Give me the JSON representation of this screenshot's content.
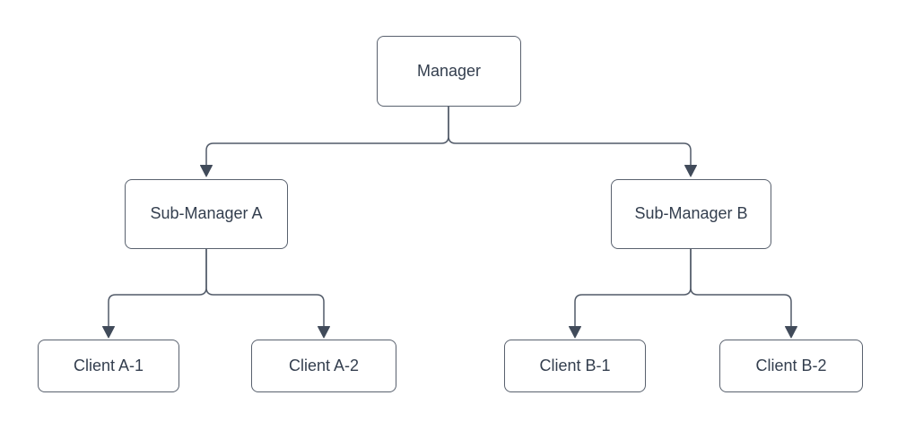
{
  "diagram": {
    "type": "org-chart",
    "background_color": "#ffffff",
    "colors": {
      "node_fill": "#ffffff",
      "node_border": "#59616e",
      "connector_line": "#515a68",
      "arrowhead": "#414b5a",
      "text": "#333e4e"
    },
    "nodes": {
      "manager": {
        "label": "Manager"
      },
      "sub_manager_a": {
        "label": "Sub-Manager A"
      },
      "sub_manager_b": {
        "label": "Sub-Manager B"
      },
      "client_a1": {
        "label": "Client A-1"
      },
      "client_a2": {
        "label": "Client A-2"
      },
      "client_b1": {
        "label": "Client B-1"
      },
      "client_b2": {
        "label": "Client B-2"
      }
    },
    "edges": [
      {
        "from": "manager",
        "to": "sub_manager_a",
        "arrow": "filled-triangle"
      },
      {
        "from": "manager",
        "to": "sub_manager_b",
        "arrow": "filled-triangle"
      },
      {
        "from": "sub_manager_a",
        "to": "client_a1",
        "arrow": "filled-triangle"
      },
      {
        "from": "sub_manager_a",
        "to": "client_a2",
        "arrow": "filled-triangle"
      },
      {
        "from": "sub_manager_b",
        "to": "client_b1",
        "arrow": "filled-triangle"
      },
      {
        "from": "sub_manager_b",
        "to": "client_b2",
        "arrow": "filled-triangle"
      }
    ]
  }
}
